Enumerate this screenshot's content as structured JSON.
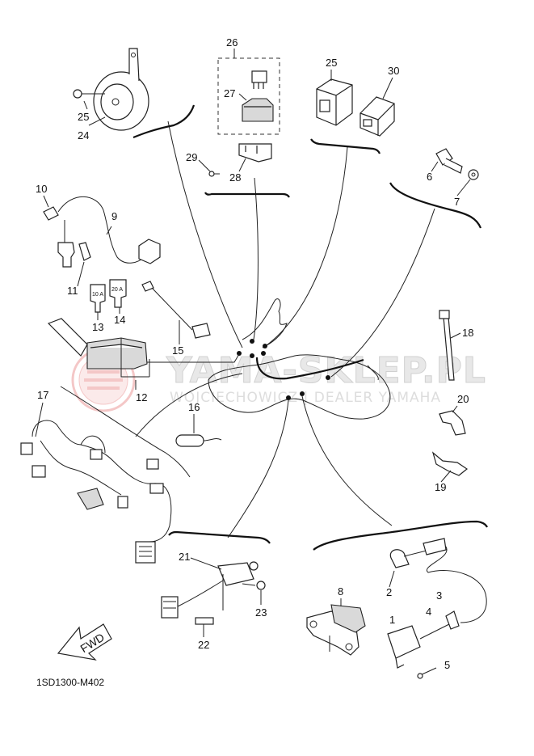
{
  "diagram": {
    "code": "1SD1300-M402",
    "direction_label": "FWD",
    "watermark": {
      "title": "YAMA-SKLEP.PL",
      "subtitle": "WOJCIECHOWICZ | DEALER YAMAHA"
    },
    "fuse_labels": [
      "10 A",
      "20 A"
    ],
    "part_numbers": [
      "1",
      "2",
      "3",
      "4",
      "5",
      "6",
      "7",
      "8",
      "9",
      "10",
      "11",
      "12",
      "13",
      "14",
      "15",
      "16",
      "17",
      "18",
      "19",
      "20",
      "21",
      "22",
      "23",
      "24",
      "25",
      "26",
      "27",
      "28",
      "29",
      "30"
    ],
    "callout_25_repeat": "25"
  }
}
